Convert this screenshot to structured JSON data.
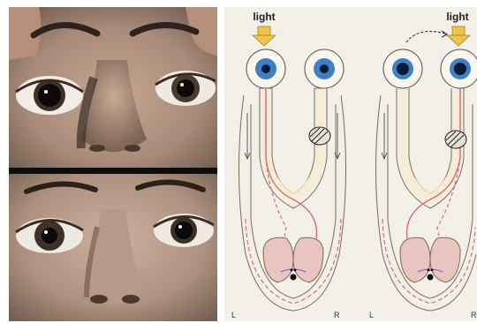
{
  "diagram": {
    "light_label": "light",
    "left_label": "L",
    "right_label": "R",
    "colors": {
      "pathway_fill": "#f7ecd2",
      "pathway_outline": "#7d6c52",
      "lgn_fill": "#e9c4c0",
      "red_fiber": "#d36b7a",
      "iris": "#3f7fc4",
      "pupil": "#0b1a36",
      "arrow": "#f2c34a",
      "background": "#f3f0ea"
    }
  },
  "photos": {
    "top_description_icon": "eyes-photo-icon",
    "bottom_description_icon": "eyes-photo-icon"
  }
}
